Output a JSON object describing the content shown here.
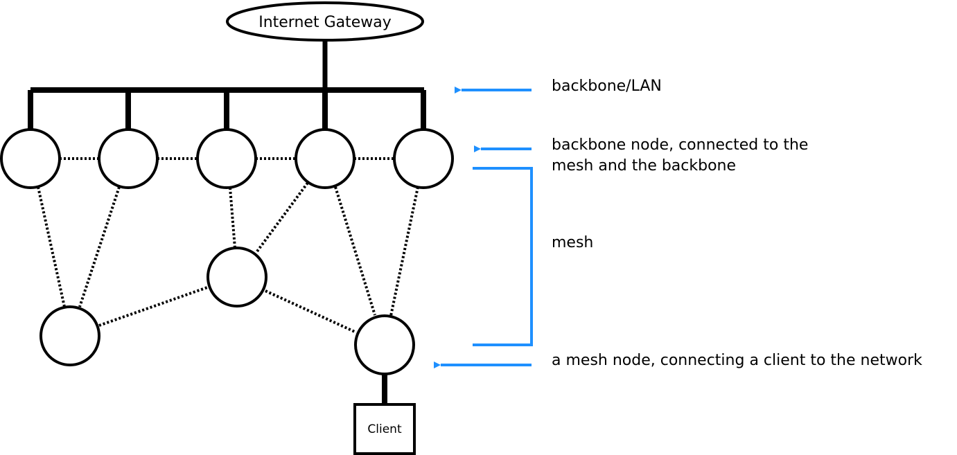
{
  "gateway": {
    "label": "Internet Gateway"
  },
  "client": {
    "label": "Client"
  },
  "annotations": {
    "backbone": "backbone/LAN",
    "backbone_node_line1": "backbone node, connected to the",
    "backbone_node_line2": "mesh and the backbone",
    "mesh": "mesh",
    "mesh_node": "a mesh node, connecting a client to the network"
  },
  "colors": {
    "line": "#000000",
    "accent": "#1e90ff",
    "background": "#ffffff"
  }
}
